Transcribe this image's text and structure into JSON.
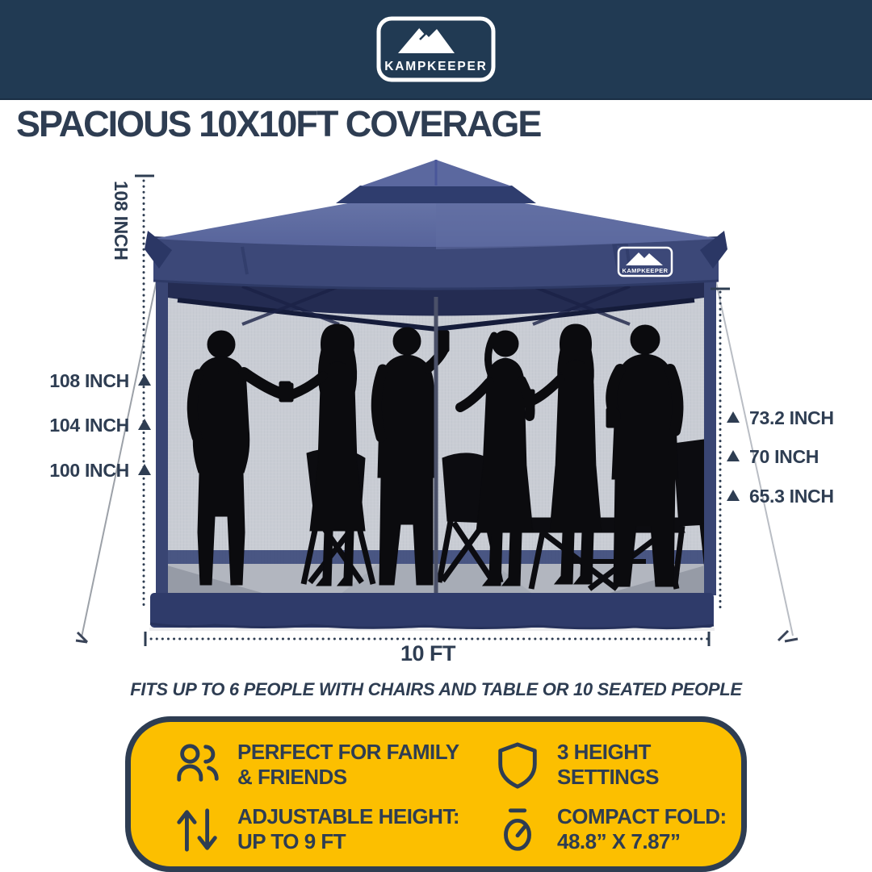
{
  "banner": {
    "brand": "KAMPKEEPER"
  },
  "header": {
    "title": "SPACIOUS 10X10FT COVERAGE"
  },
  "diagram": {
    "tent_logo": "KAMPKEEPER",
    "peak_label": "108 INCH",
    "left_labels": [
      "108 INCH",
      "104 INCH",
      "100 INCH"
    ],
    "right_labels": [
      "73.2 INCH",
      "70 INCH",
      "65.3 INCH"
    ],
    "width_label": "10 FT"
  },
  "caption": "FITS UP TO 6 PEOPLE WITH CHAIRS AND TABLE OR 10 SEATED PEOPLE",
  "features": {
    "items": [
      {
        "icon": "people-icon",
        "line1": "PERFECT FOR FAMILY",
        "line2": "& FRIENDS"
      },
      {
        "icon": "shield-icon",
        "line1": "3 HEIGHT",
        "line2": "SETTINGS"
      },
      {
        "icon": "arrows-up-down-icon",
        "line1": "ADJUSTABLE HEIGHT:",
        "line2": "UP TO 9 FT"
      },
      {
        "icon": "stopwatch-icon",
        "line1": "COMPACT FOLD:",
        "line2": "48.8” X 7.87”"
      }
    ]
  },
  "colors": {
    "banner_navy": "#213A53",
    "ink_navy": "#2E3D52",
    "accent_yellow": "#FCBF00",
    "canopy_blue": "#5D699E",
    "valance_navy": "#3B4777"
  }
}
